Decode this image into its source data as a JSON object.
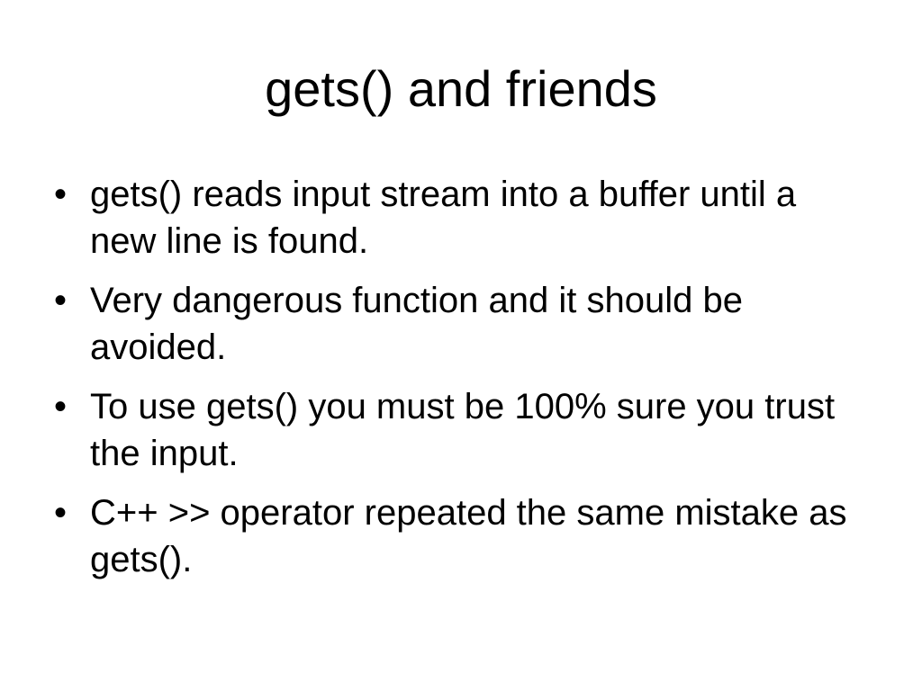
{
  "slide": {
    "title": "gets() and friends",
    "bullet_glyph": "•",
    "bullets": [
      "gets() reads input stream into a buffer until a new line is found.",
      "Very dangerous function and it should be avoided.",
      "To use gets() you must be 100% sure you trust the input.",
      "C++ >> operator repeated the same mistake as gets()."
    ]
  }
}
